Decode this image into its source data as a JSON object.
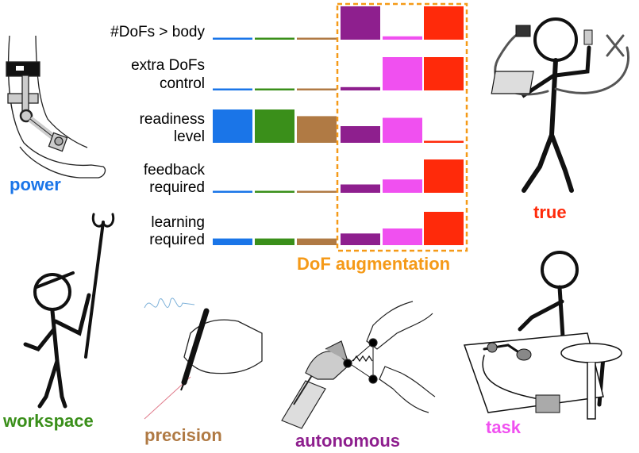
{
  "rows": [
    {
      "line1": "#DoFs > body",
      "line2": ""
    },
    {
      "line1": "extra DoFs",
      "line2": "control"
    },
    {
      "line1": "readiness",
      "line2": "level"
    },
    {
      "line1": "feedback",
      "line2": "required"
    },
    {
      "line1": "learning",
      "line2": "required"
    }
  ],
  "categories": [
    {
      "name": "power",
      "color": "#1a75e8"
    },
    {
      "name": "workspace",
      "color": "#3a8f1a"
    },
    {
      "name": "precision",
      "color": "#b07a44"
    },
    {
      "name": "autonomous",
      "color": "#8e1f8e"
    },
    {
      "name": "task",
      "color": "#f050f0"
    },
    {
      "name": "true",
      "color": "#ff2a0a"
    }
  ],
  "chart_data": {
    "type": "bar",
    "categories": [
      "power",
      "workspace",
      "precision",
      "autonomous",
      "task",
      "true"
    ],
    "series": [
      {
        "name": "#DoFs > body",
        "values": [
          0.05,
          0.05,
          0.05,
          1.0,
          0.1,
          1.0
        ]
      },
      {
        "name": "extra DoFs control",
        "values": [
          0.05,
          0.05,
          0.05,
          0.1,
          1.0,
          1.0
        ]
      },
      {
        "name": "readiness level",
        "values": [
          1.0,
          1.0,
          0.8,
          0.5,
          0.75,
          0.05
        ]
      },
      {
        "name": "feedback required",
        "values": [
          0.05,
          0.05,
          0.05,
          0.25,
          0.4,
          1.0
        ]
      },
      {
        "name": "learning required",
        "values": [
          0.2,
          0.2,
          0.2,
          0.35,
          0.5,
          1.0
        ]
      }
    ]
  },
  "group_label": "DoF augmentation",
  "group_color": "#f59a18"
}
